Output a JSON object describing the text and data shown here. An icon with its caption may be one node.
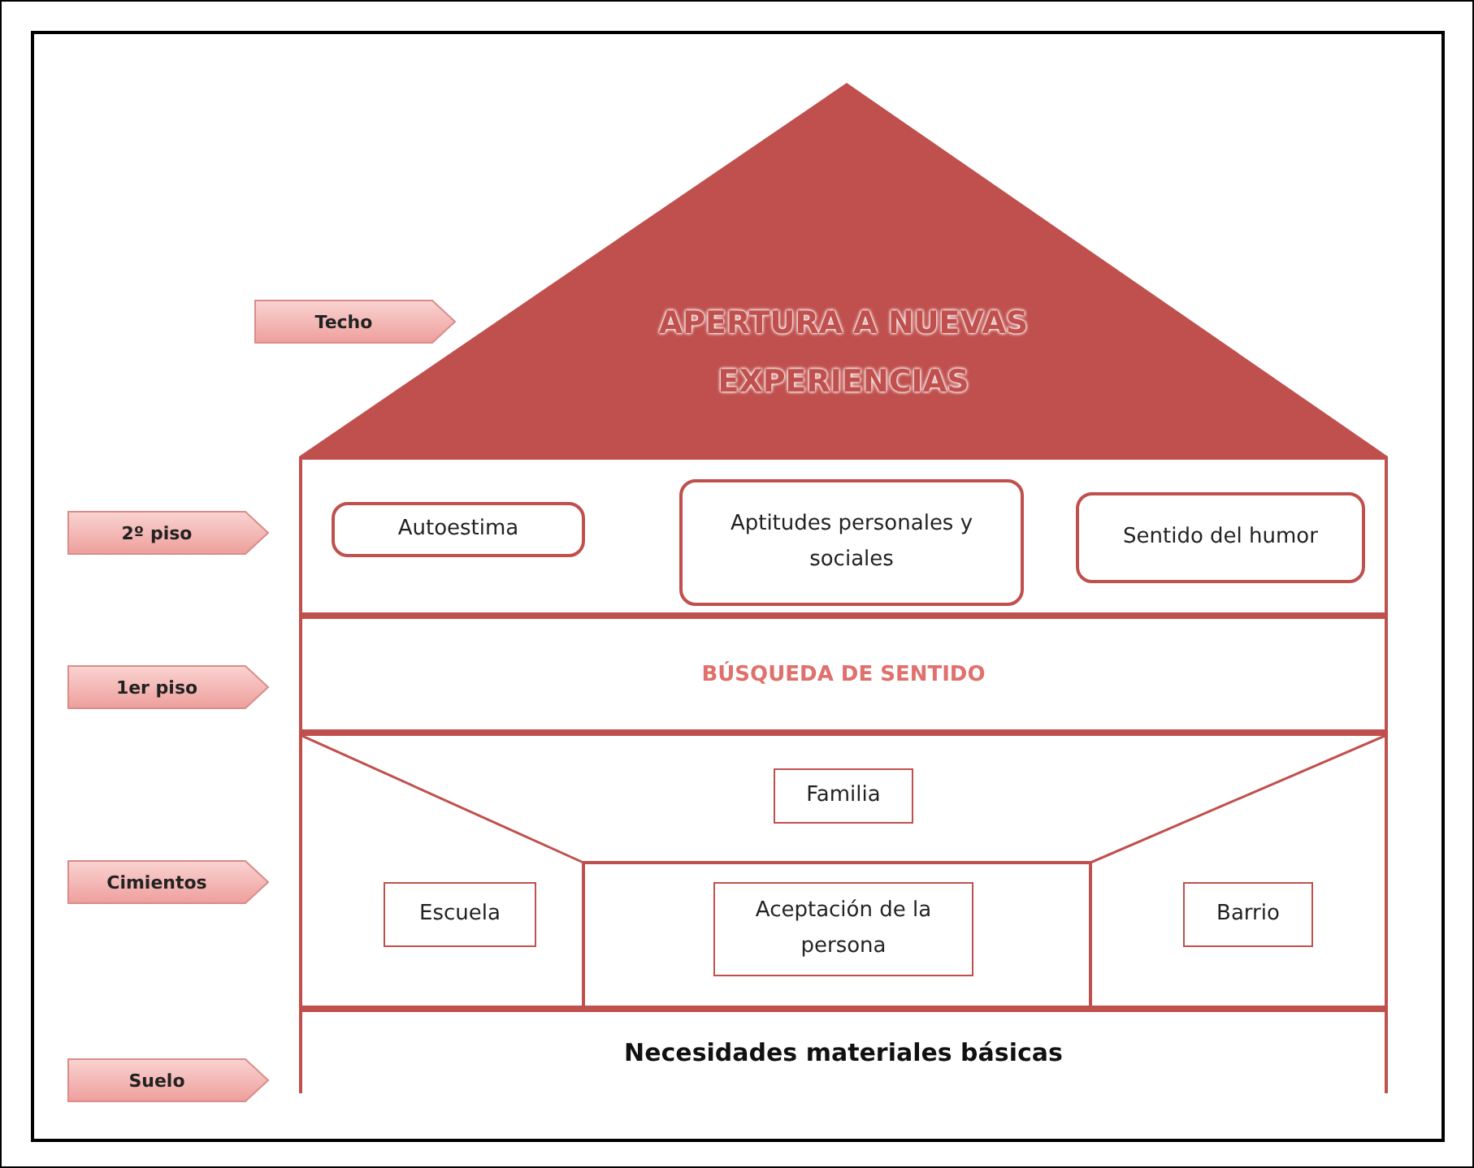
{
  "diagram": {
    "nodes": [
      {
        "text": [
          "Techo"
        ]
      },
      {
        "text": [
          "APERTURA A NUEVAS EXPERIENCIAS"
        ]
      },
      {
        "text": [
          "2º piso"
        ]
      },
      {
        "text": [],
        "shape": "box"
      },
      {
        "text": [
          "Autoestima"
        ],
        "in": 3
      },
      {
        "text": [
          "Aptitudes personales y sociales"
        ],
        "in": 3
      },
      {
        "text": [
          "Sentido del humor"
        ],
        "in": 3
      },
      {
        "text": [
          "1er piso"
        ]
      },
      {
        "text": [
          "BÚSQUEDA DE SENTIDO"
        ]
      },
      {
        "text": [
          "Cimientos"
        ]
      },
      {
        "text": [],
        "shape": "box"
      },
      {
        "text": [
          "Familia"
        ],
        "in": 10
      },
      {
        "text": [
          "Escuela"
        ],
        "in": 10
      },
      {
        "text": [
          "Aceptación de la persona"
        ],
        "in": 10
      },
      {
        "text": [
          "Barrio"
        ],
        "in": 10
      },
      {
        "text": [
          "Suelo"
        ]
      },
      {
        "text": [
          "Necesidades materiales básicas"
        ]
      }
    ],
    "edges": []
  }
}
